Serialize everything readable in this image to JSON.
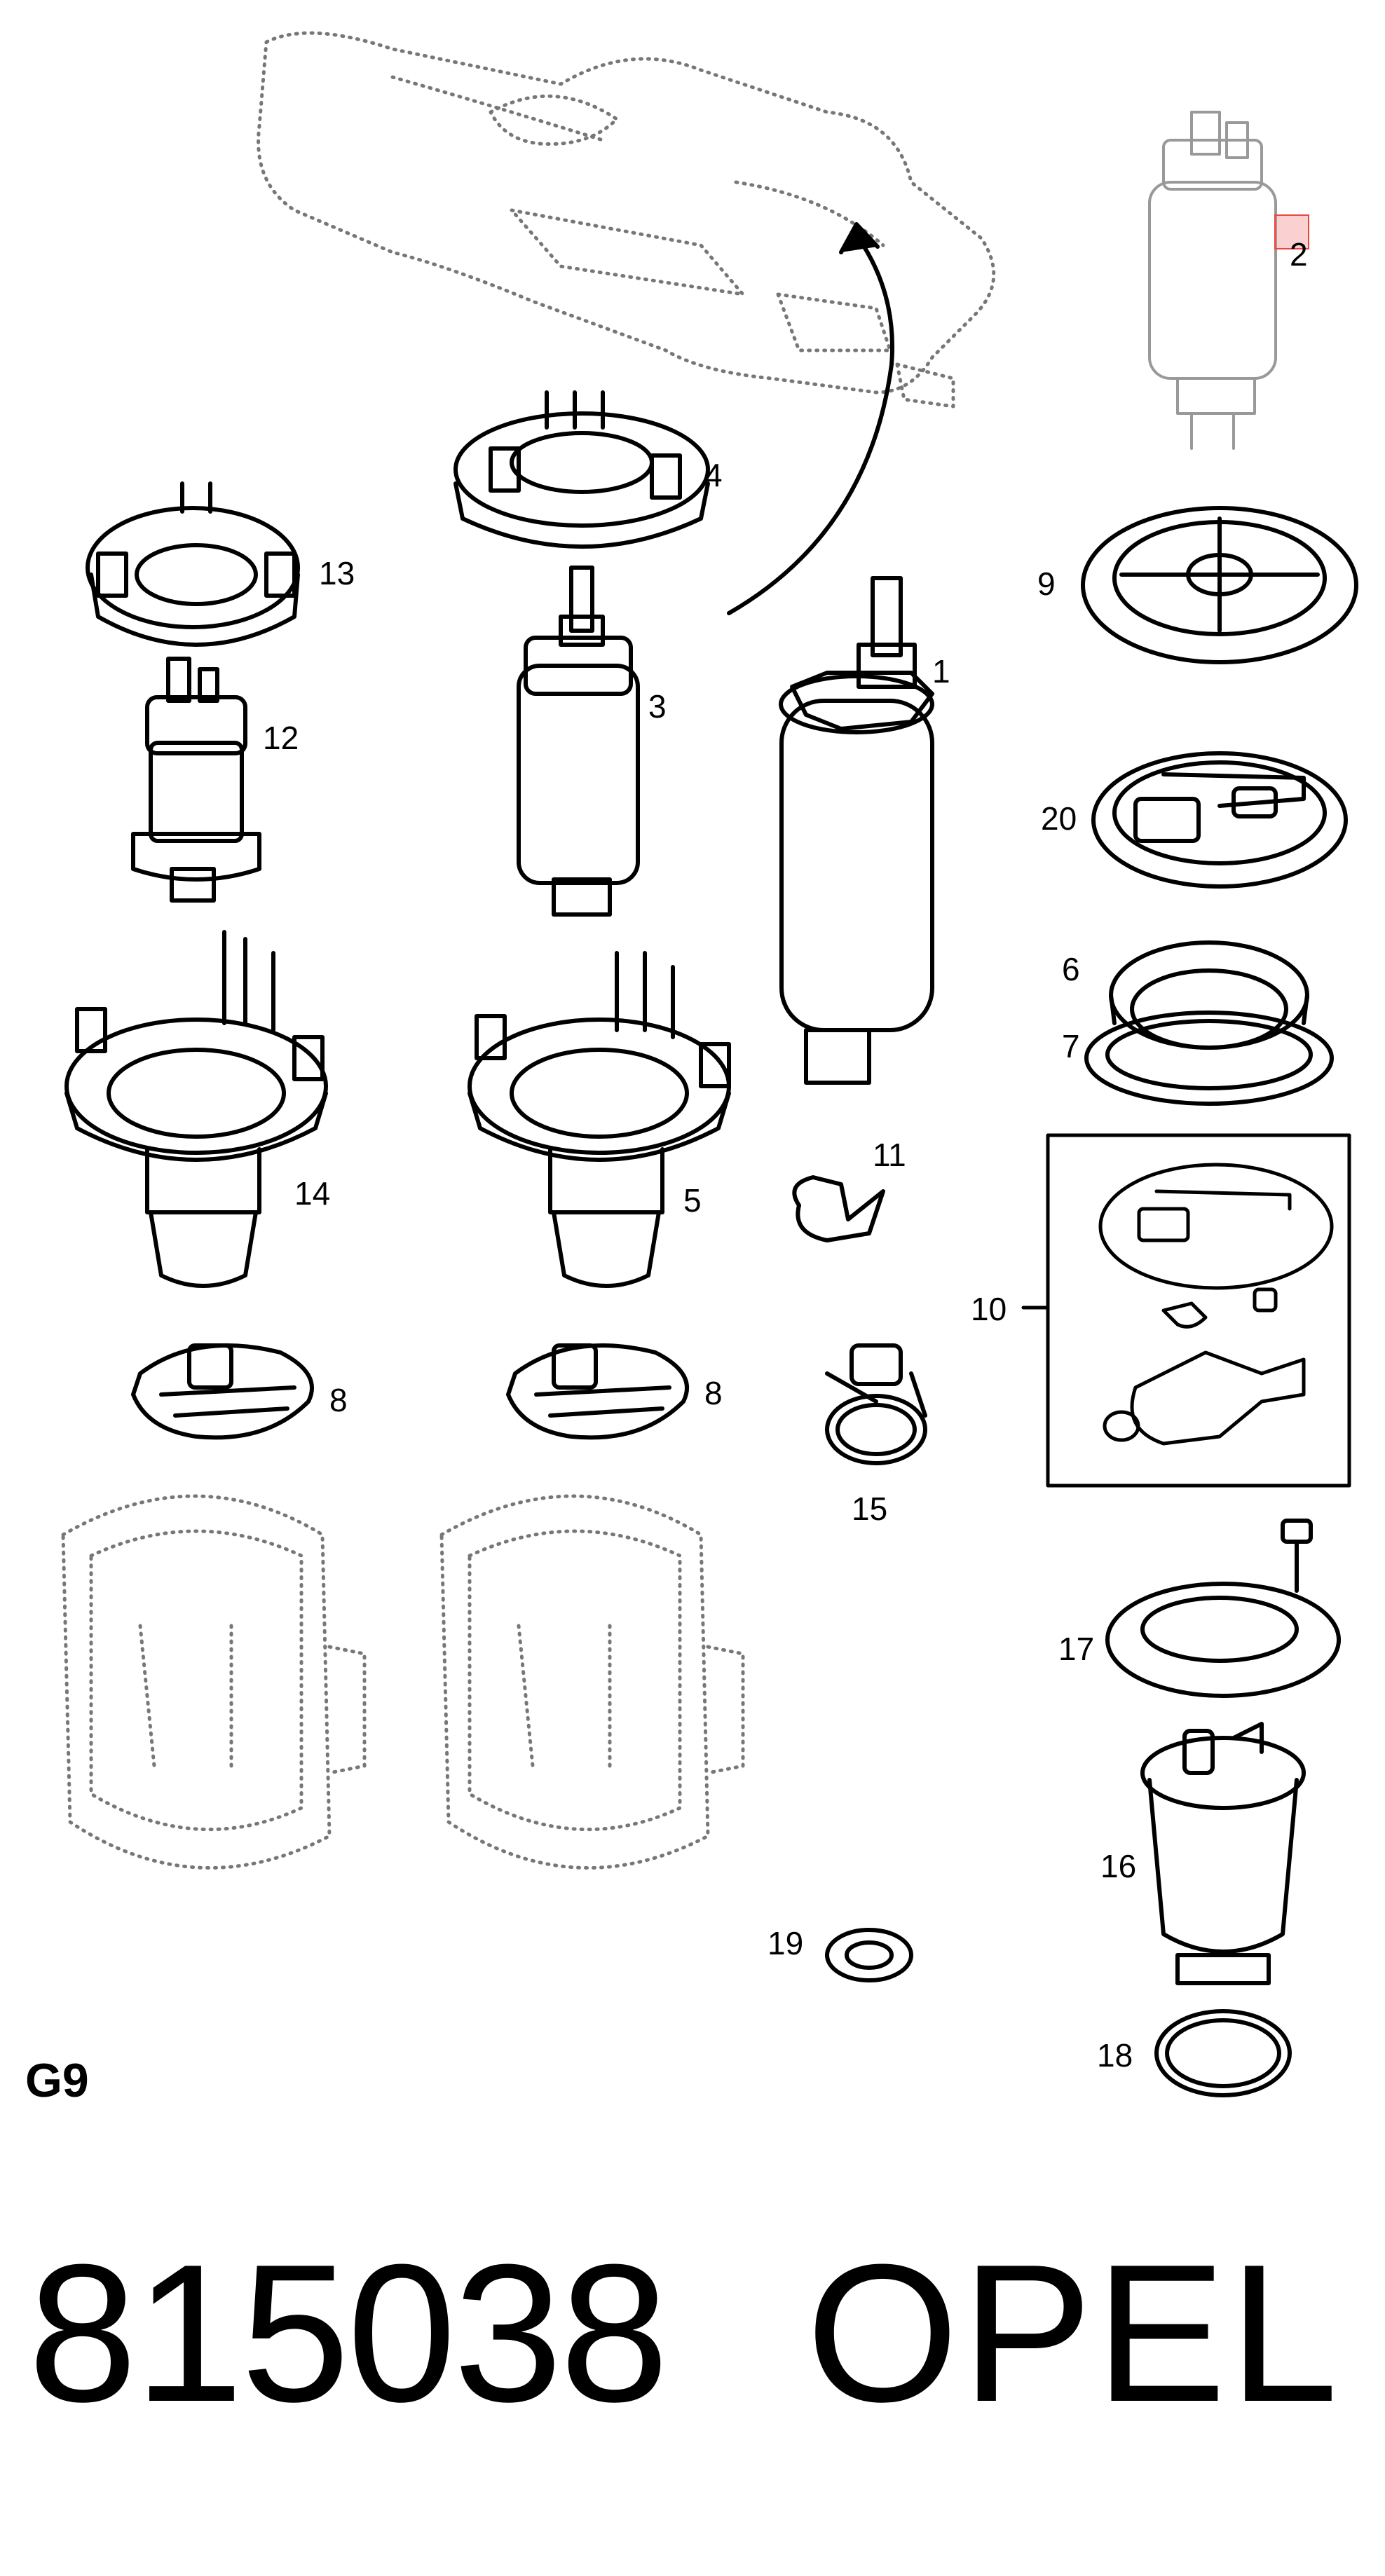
{
  "diagram": {
    "section": "G9",
    "callouts": {
      "p1": "1",
      "p2": "2",
      "p3": "3",
      "p4": "4",
      "p5": "5",
      "p6": "6",
      "p7": "7",
      "p8a": "8",
      "p8b": "8",
      "p9": "9",
      "p10": "10",
      "p11": "11",
      "p12": "12",
      "p13": "13",
      "p14": "14",
      "p15": "15",
      "p16": "16",
      "p17": "17",
      "p18": "18",
      "p19": "19",
      "p20": "20"
    },
    "highlight_color": "#e8483f"
  },
  "footer": {
    "part_number": "815038",
    "brand": "OPEL"
  }
}
